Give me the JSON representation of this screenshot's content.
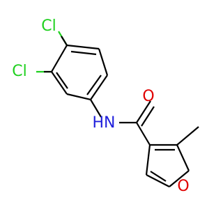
{
  "molecule": {
    "atom_labels": {
      "cl_top": "Cl",
      "cl_left": "Cl",
      "nh": "HN",
      "o_carbonyl": "O",
      "o_ring": "O"
    }
  },
  "colors": {
    "bond": "#000000",
    "chlorine": "#1fd01f",
    "nitrogen": "#1f1fdc",
    "oxygen": "#e00000",
    "background": "#ffffff"
  }
}
